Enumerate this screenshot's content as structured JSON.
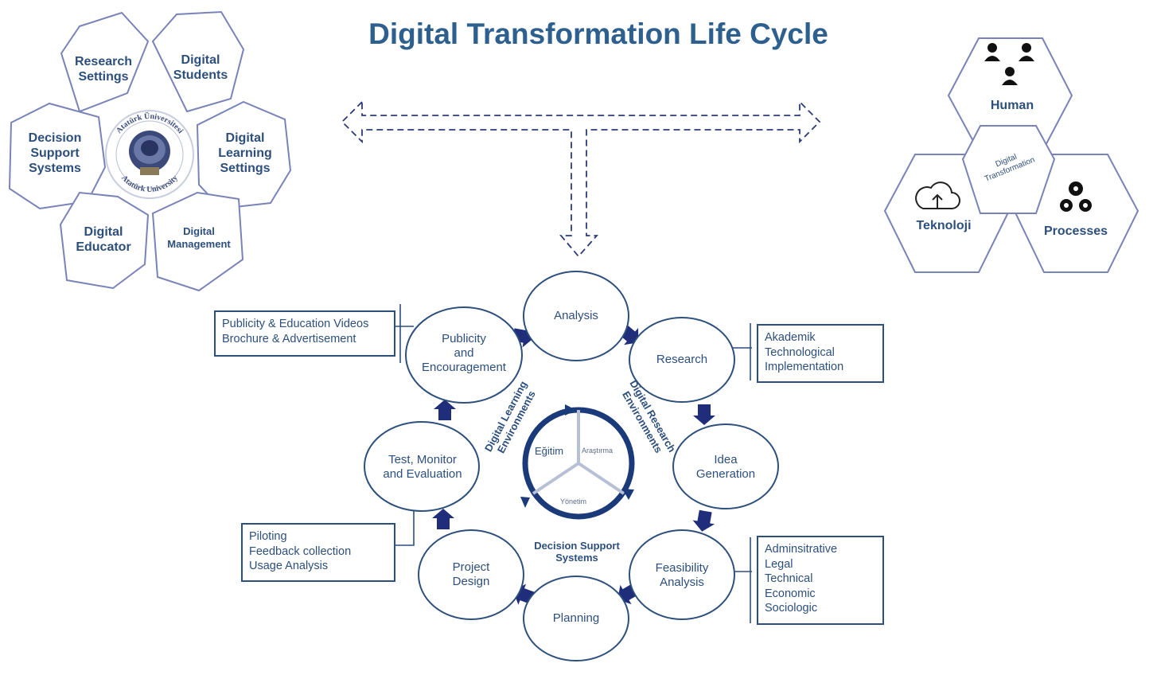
{
  "title": "Digital Transformation Life Cycle",
  "left_cluster": {
    "cells": [
      "Research\nSettings",
      "Digital\nStudents",
      "Decision\nSupport\nSystems",
      "Digital\nLearning\nSettings",
      "Digital\nEducator",
      "Digital\nManagement"
    ],
    "seal": {
      "top_text": "Atatürk Üniversitesi",
      "bottom_text": "Atatürk University"
    }
  },
  "right_cluster": {
    "human": "Human",
    "technology": "Teknoloji",
    "processes": "Processes",
    "center": "Digital\nTransformation"
  },
  "cycle": {
    "nodes": [
      "Analysis",
      "Research",
      "Idea\nGeneration",
      "Feasibility\nAnalysis",
      "Planning",
      "Project\nDesign",
      "Test, Monitor\nand Evaluation",
      "Publicity\nand\nEncouragement"
    ],
    "inner": {
      "segments": [
        "Eğitim",
        "Araştırma",
        "Yönetim"
      ],
      "left_arc_label": "Digital Learning\nEnvironments",
      "right_arc_label": "Digital Research\nEnvironments",
      "bottom_label": "Decision Support\nSystems"
    }
  },
  "side_boxes": {
    "publicity": [
      "Publicity & Education  Videos",
      "Brochure & Advertisement"
    ],
    "research": [
      "Akademik",
      "Technological",
      "Implementation"
    ],
    "test": [
      "Piloting",
      "Feedback collection",
      "Usage Analysis"
    ],
    "feasibility": [
      "Adminsitrative",
      "Legal",
      "Technical",
      "Economic",
      "Sociologic"
    ]
  },
  "colors": {
    "title": "#2d5f8f",
    "text": "#2d4f7c",
    "node_border": "#2d4f7c",
    "arrow": "#1f2d7a",
    "hex_border": "#7a83b8"
  }
}
